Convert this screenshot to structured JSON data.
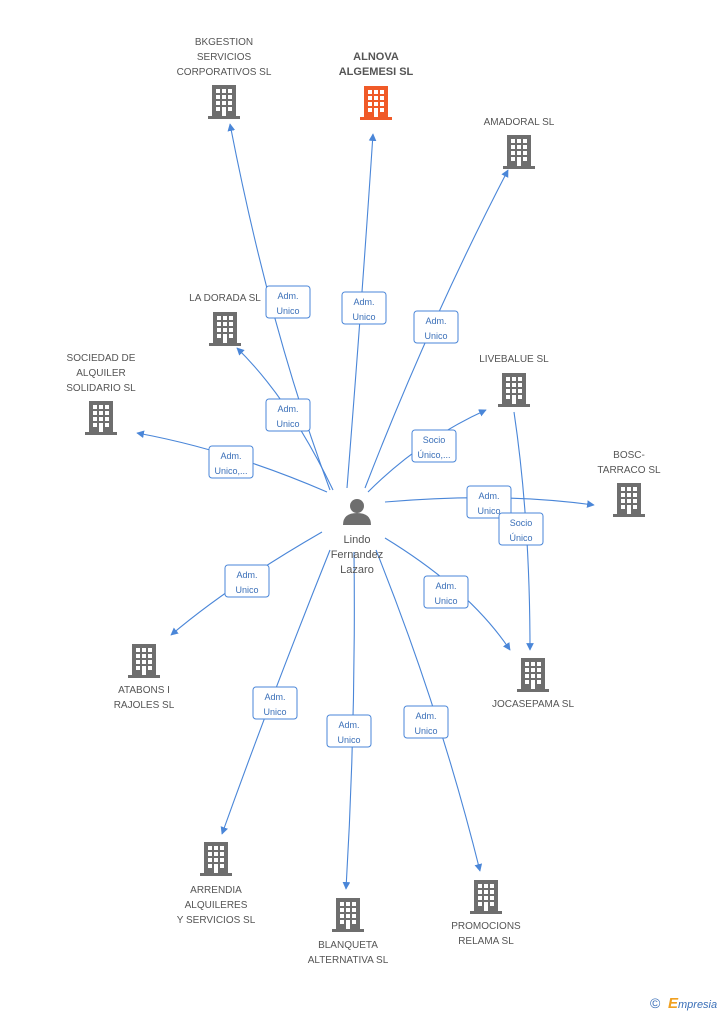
{
  "colors": {
    "edge": "#4a86d8",
    "edge_text": "#3a6fb8",
    "building": "#6e6e6e",
    "building_highlight": "#f05a28",
    "person": "#6e6e6e",
    "label": "#555555"
  },
  "person": {
    "name_lines": [
      "Lindo",
      "Fernandez",
      "Lazaro"
    ],
    "icon": "person-icon"
  },
  "companies": [
    {
      "id": "bkgestion",
      "lines": [
        "BKGESTION",
        "SERVICIOS",
        "CORPORATIVOS SL"
      ],
      "highlight": false,
      "icon": "building-icon"
    },
    {
      "id": "alnova",
      "lines": [
        "ALNOVA",
        "ALGEMESI SL"
      ],
      "highlight": true,
      "icon": "building-icon"
    },
    {
      "id": "amadoral",
      "lines": [
        "AMADORAL SL"
      ],
      "highlight": false,
      "icon": "building-icon"
    },
    {
      "id": "la-dorada",
      "lines": [
        "LA DORADA SL"
      ],
      "highlight": false,
      "icon": "building-icon"
    },
    {
      "id": "sociedad",
      "lines": [
        "SOCIEDAD DE",
        "ALQUILER",
        "SOLIDARIO  SL"
      ],
      "highlight": false,
      "icon": "building-icon"
    },
    {
      "id": "livebalue",
      "lines": [
        "LIVEBALUE  SL"
      ],
      "highlight": false,
      "icon": "building-icon"
    },
    {
      "id": "bosc-tarraco",
      "lines": [
        "BOSC-",
        "TARRACO SL"
      ],
      "highlight": false,
      "icon": "building-icon"
    },
    {
      "id": "jocasepama",
      "lines": [
        "JOCASEPAMA SL"
      ],
      "highlight": false,
      "icon": "building-icon"
    },
    {
      "id": "atabons",
      "lines": [
        "ATABONS I",
        "RAJOLES SL"
      ],
      "highlight": false,
      "icon": "building-icon"
    },
    {
      "id": "arrendia",
      "lines": [
        "ARRENDIA",
        "ALQUILERES",
        "Y SERVICIOS SL"
      ],
      "highlight": false,
      "icon": "building-icon"
    },
    {
      "id": "blanqueta",
      "lines": [
        "BLANQUETA",
        "ALTERNATIVA SL"
      ],
      "highlight": false,
      "icon": "building-icon"
    },
    {
      "id": "promocions",
      "lines": [
        "PROMOCIONS",
        "RELAMA SL"
      ],
      "highlight": false,
      "icon": "building-icon"
    }
  ],
  "edges": [
    {
      "to": "bkgestion",
      "lines": [
        "Adm.",
        "Unico"
      ]
    },
    {
      "to": "alnova",
      "lines": [
        "Adm.",
        "Unico"
      ]
    },
    {
      "to": "amadoral",
      "lines": [
        "Adm.",
        "Unico"
      ]
    },
    {
      "to": "la-dorada",
      "lines": [
        "Adm.",
        "Unico"
      ]
    },
    {
      "to": "sociedad",
      "lines": [
        "Adm.",
        "Unico,..."
      ]
    },
    {
      "to": "livebalue",
      "lines": [
        "Socio",
        "Único,..."
      ]
    },
    {
      "to": "bosc-tarraco",
      "lines": [
        "Adm.",
        "Unico"
      ]
    },
    {
      "from": "livebalue",
      "to": "jocasepama",
      "lines": [
        "Socio",
        "Único"
      ]
    },
    {
      "to": "jocasepama",
      "lines": [
        "Adm.",
        "Unico"
      ]
    },
    {
      "to": "atabons",
      "lines": [
        "Adm.",
        "Unico"
      ]
    },
    {
      "to": "arrendia",
      "lines": [
        "Adm.",
        "Unico"
      ]
    },
    {
      "to": "blanqueta",
      "lines": [
        "Adm.",
        "Unico"
      ]
    },
    {
      "to": "promocions",
      "lines": [
        "Adm.",
        "Unico"
      ]
    }
  ],
  "footer": {
    "copyright_symbol": "©",
    "brand_initial": "E",
    "brand_rest": "mpresia"
  }
}
